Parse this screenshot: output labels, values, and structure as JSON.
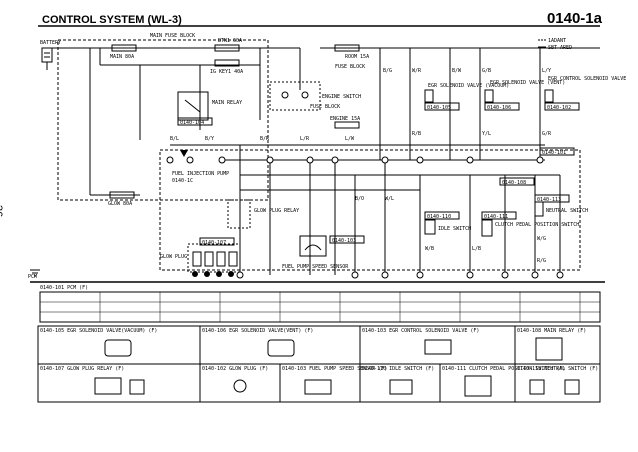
{
  "header": {
    "title": "CONTROL SYSTEM (WL-3)",
    "code": "0140-1a",
    "page_number": "36"
  },
  "legend": {
    "line1": "1ADANT",
    "line2": "SBT ARED"
  },
  "labels": {
    "battery": "BATTERY",
    "main_fuse_block": "MAIN FUSE BLOCK",
    "main": "MAIN 80A",
    "btn": "BTN1 60A",
    "ig_key": "IG KEY1 40A",
    "engine_switch": "ENGINE SWITCH",
    "room": "ROOM 15A",
    "fuse_block": "FUSE BLOCK",
    "fuse_block2": "FUSE BLOCK",
    "main_relay": "MAIN RELAY",
    "engine": "ENGINE 15A",
    "egr1": "EGR SOLENOID VALVE (VACUUM)",
    "egr2": "EGR SOLENOID VALVE (VENT)",
    "egr3": "EGR CONTROL SOLENOID VALVE",
    "fuel_pump": "FUEL INJECTION PUMP",
    "fuel_pump_ref": "0140-1C",
    "glow": "GLOW 80A",
    "glow_relay": "GLOW PLUG RELAY",
    "glow_plug": "GLOW PLUG",
    "fuel_speed": "FUEL PUMP SPEED SENSOR",
    "idle_switch": "IDLE SWITCH",
    "clutch": "CLUTCH PEDAL POSITION SWITCH",
    "neutral": "NEUTRAL SWITCH",
    "pcm": "PCM",
    "pcm_ref": "0140-101"
  },
  "refs": [
    "0140-104",
    "0140-105",
    "0140-106",
    "0140-102",
    "0140-103",
    "0140-107",
    "0140-108",
    "0140-110",
    "0140-111",
    "0140-113"
  ],
  "wire_codes": [
    "B/L",
    "B/Y",
    "B/R",
    "L/R",
    "L/W",
    "B/G",
    "W/R",
    "B/W",
    "G/B",
    "L/Y",
    "R/B",
    "Y/L",
    "G/R",
    "B/O",
    "W/L",
    "W/B",
    "L/B",
    "W/G",
    "R/G"
  ],
  "bottom_boxes": {
    "b1": "0140-105  EGR SOLENOID VALVE(VACUUM) (F)",
    "b2": "0140-106  EGR SOLENOID VALVE(VENT) (F)",
    "b3": "0140-103  EGR CONTROL SOLENOID VALVE (F)",
    "b4": "0140-108  MAIN RELAY (F)",
    "b5": "0140-107  GLOW PLUG RELAY (F)",
    "b6": "0140-102  GLOW PLUG (F)",
    "b7": "0140-103  FUEL PUMP SPEED SENSOR (F)",
    "b8": "0140-110  IDLE SWITCH (F)",
    "b9": "0140-111  CLUTCH PEDAL POSITION SWITCH (F)",
    "b10": "0140-113  NEUTRAL SWITCH (F)"
  },
  "connector_header": "0140-101  PCM (F)"
}
